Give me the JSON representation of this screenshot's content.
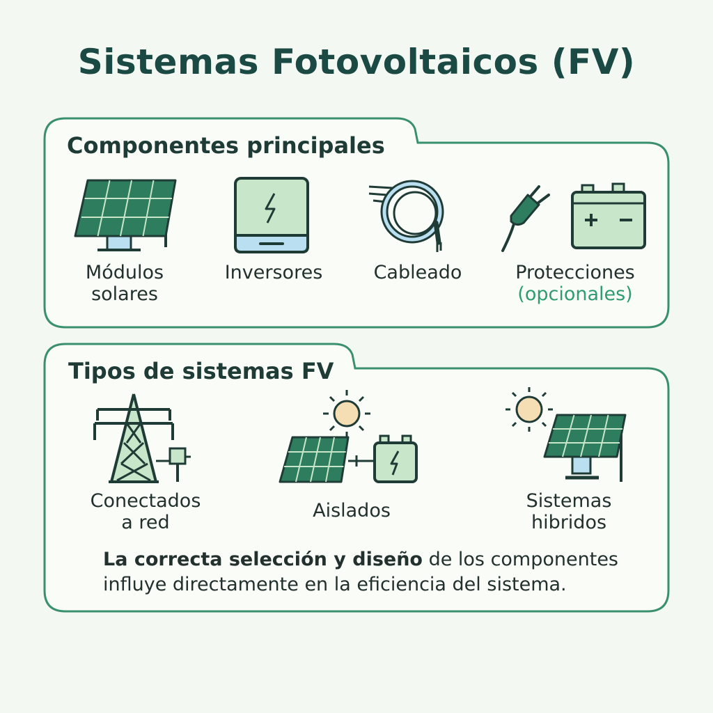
{
  "title": "Sistemas Fotovoltaicos (FV)",
  "colors": {
    "panel_fill": "#2e7d5f",
    "panel_border": "#1f3b36",
    "light_green": "#c8e6c9",
    "accent": "#2f9b73",
    "sun": "#f5deb3",
    "frame": "#3a8f6f"
  },
  "components": {
    "heading": "Componentes principales",
    "items": [
      {
        "icon": "solar-panel-icon",
        "line1": "Módulos",
        "line2": "solares"
      },
      {
        "icon": "inverter-icon",
        "line1": "Inversores"
      },
      {
        "icon": "cable-icon",
        "line1": "Cableado"
      },
      {
        "icon": "plug-battery-icon",
        "line1": "Protecciones",
        "line2": "(opcionales)"
      }
    ]
  },
  "types": {
    "heading": "Tipos de sistemas FV",
    "items": [
      {
        "icon": "power-tower-icon",
        "line1": "Conectados",
        "line2": "a red"
      },
      {
        "icon": "off-grid-icon",
        "line1": "Aislados"
      },
      {
        "icon": "hybrid-icon",
        "line1": "Sistemas",
        "line2": "hibridos"
      }
    ]
  },
  "summary": {
    "bold": "La correcta selección y diseño",
    "rest_line1": " de los componentes",
    "line2": "influye directamente en la eficiencia del sistema."
  }
}
